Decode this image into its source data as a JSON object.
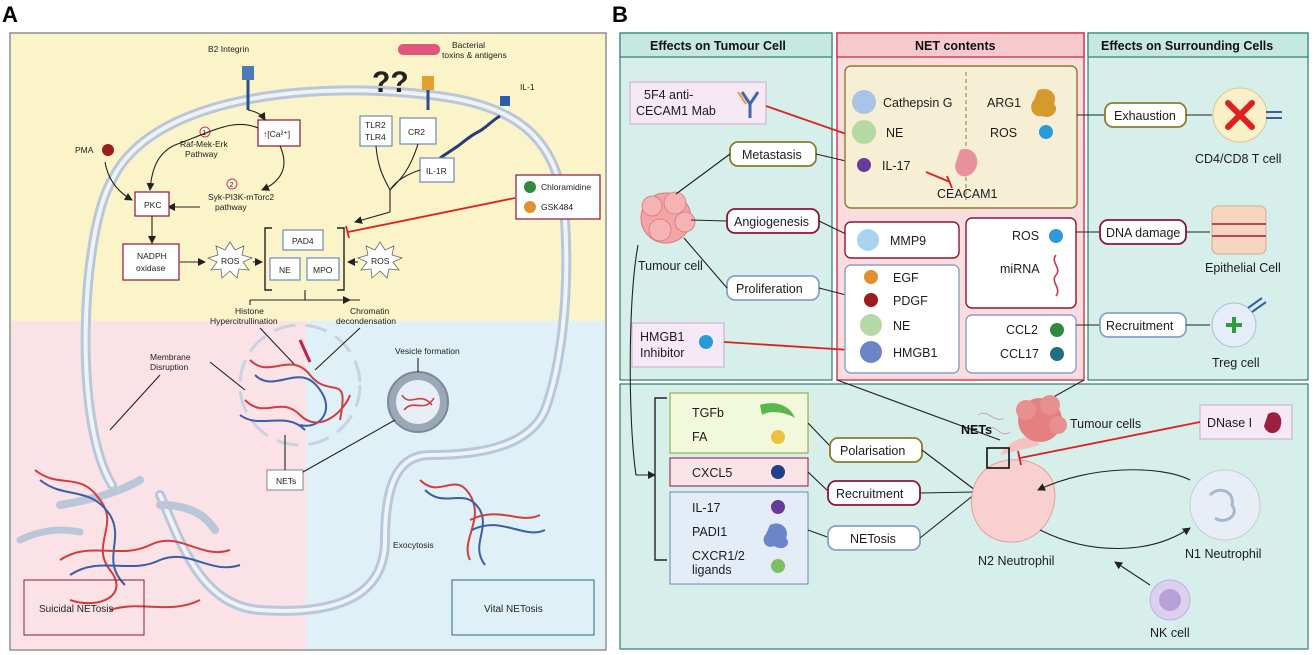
{
  "panel_a": {
    "letter": "A",
    "b2_integrin": "B2 Integrin",
    "bacterial_1": "Bacterial",
    "bacterial_2": "toxins & antigens",
    "il1": "IL-1",
    "tlr_1": "TLR2",
    "tlr_2": "TLR4",
    "cr2": "CR2",
    "il1r": "IL-1R",
    "ca": "↑[Ca²⁺]",
    "pma": "PMA",
    "num1": "1",
    "num2": "2",
    "raf_1": "Raf-Mek-Erk",
    "raf_2": "Pathway",
    "syk_1": "Syk-PI3K-mTorc2",
    "syk_2": "pathway",
    "pkc": "PKC",
    "nadph_1": "NADPH",
    "nadph_2": "oxidase",
    "ros": "ROS",
    "pad4": "PAD4",
    "ne": "NE",
    "mpo": "MPO",
    "chloramidine": "Chloramidine",
    "gsk484": "GSK484",
    "histone_1": "Histone",
    "histone_2": "Hypercitrullination",
    "chromatin_1": "Chromatin",
    "chromatin_2": "decondensation",
    "membrane_1": "Membrane",
    "membrane_2": "Disruption",
    "vesicle": "Vesicle formation",
    "nets": "NETs",
    "exocytosis": "Exocytosis",
    "suicidal": "Suicidal NETosis",
    "vital": "Vital NETosis"
  },
  "panel_b": {
    "letter": "B",
    "col_tumour": "Effects on Tumour Cell",
    "col_net": "NET contents",
    "col_surround": "Effects on Surrounding Cells",
    "mab_1": "5F4 anti-",
    "mab_2": "CECAM1 Mab",
    "metastasis": "Metastasis",
    "angiogenesis": "Angiogenesis",
    "proliferation": "Proliferation",
    "tumour_cell": "Tumour cell",
    "hmgb1_inh_1": "HMGB1",
    "hmgb1_inh_2": "Inhibitor",
    "cathepsin": "Cathepsin G",
    "ne": "NE",
    "il17": "IL-17",
    "ceacam1": "CEACAM1",
    "arg1": "ARG1",
    "ros": "ROS",
    "mmp9": "MMP9",
    "mirna": "miRNA",
    "egf": "EGF",
    "pdgf": "PDGF",
    "ne2": "NE",
    "hmgb1": "HMGB1",
    "ccl2": "CCL2",
    "ccl17": "CCL17",
    "exhaustion": "Exhaustion",
    "cd48": "CD4/CD8 T cell",
    "dna_damage": "DNA damage",
    "epithelial": "Epithelial Cell",
    "recruitment": "Recruitment",
    "treg": "Treg cell",
    "tgfb": "TGFb",
    "fa": "FA",
    "cxcl5": "CXCL5",
    "il17b": "IL-17",
    "padi1": "PADI1",
    "cxcr_1": "CXCR1/2",
    "cxcr_2": "ligands",
    "polarisation": "Polarisation",
    "recruitment2": "Recruitment",
    "netosis": "NETosis",
    "nets": "NETs",
    "tumour_cells": "Tumour cells",
    "dnase": "DNase I",
    "n2": "N2 Neutrophil",
    "n1": "N1 Neutrophil",
    "nk": "NK cell"
  }
}
